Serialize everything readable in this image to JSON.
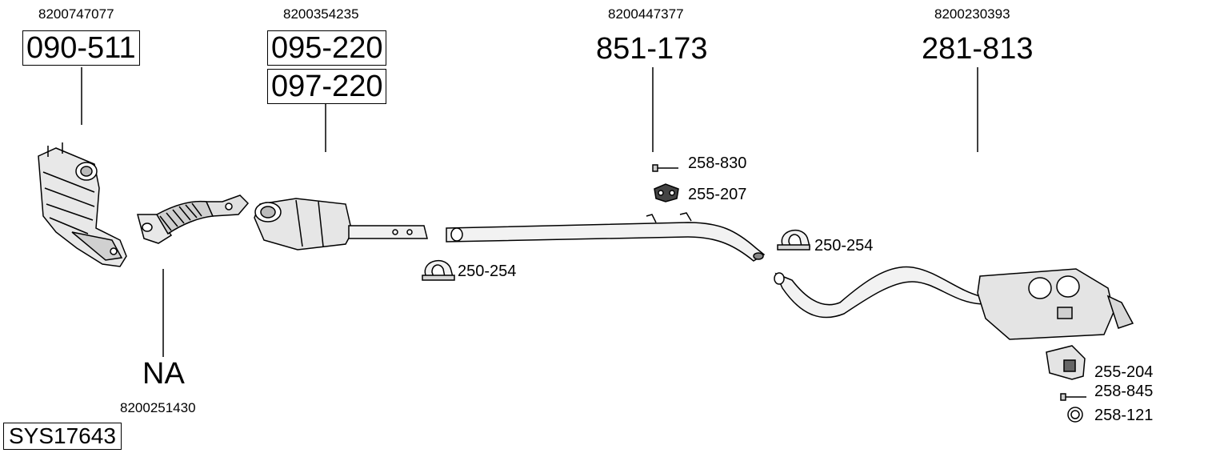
{
  "system_code": "SYS17643",
  "parts": {
    "catalytic_converter": {
      "oem": "8200747077",
      "code": "090-511"
    },
    "flex_pipe": {
      "oem": "8200251430",
      "code": "NA"
    },
    "dpf": {
      "oem": "8200354235",
      "code_primary": "095-220",
      "code_alt": "097-220"
    },
    "middle_pipe": {
      "oem": "8200447377",
      "code": "851-173"
    },
    "rear_silencer": {
      "oem": "8200230393",
      "code": "281-813"
    }
  },
  "fittings": {
    "clamp_a": "250-254",
    "bolt_a": "258-830",
    "hanger_a": "255-207",
    "clamp_b": "250-254",
    "hanger_b": "255-204",
    "bolt_b": "258-845",
    "ring": "258-121"
  },
  "icons": [
    "catalytic-converter-icon",
    "flex-pipe-icon",
    "dpf-icon",
    "middle-pipe-icon",
    "rear-silencer-icon",
    "clamp-icon",
    "bolt-icon",
    "rubber-hanger-icon",
    "bracket-hanger-icon",
    "ring-icon"
  ]
}
